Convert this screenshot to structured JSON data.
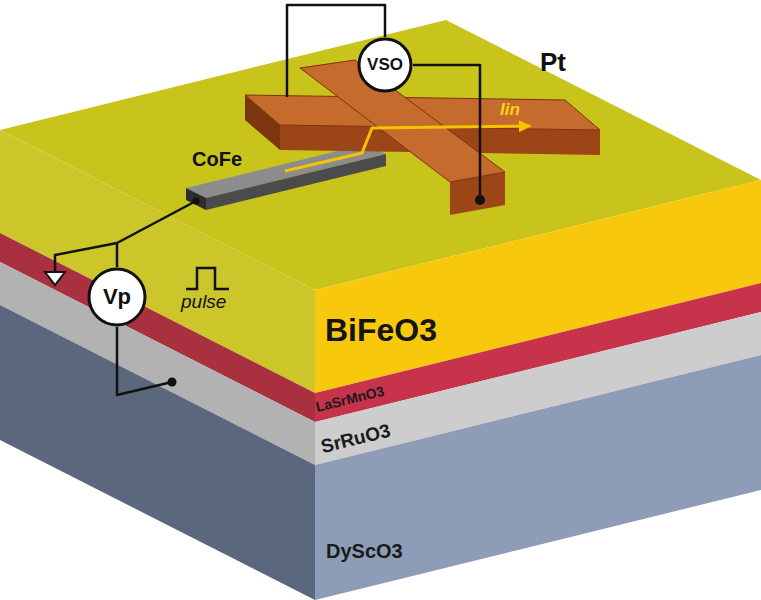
{
  "diagram": {
    "nodes": [
      {
        "text": [
          "BiFeO3"
        ]
      },
      {
        "text": [
          "LaSrMnO3"
        ]
      },
      {
        "text": [
          "SrRuO3"
        ]
      },
      {
        "text": [
          "DyScO3"
        ]
      },
      {
        "text": [
          "CoFe"
        ]
      },
      {
        "text": [
          "Pt"
        ]
      },
      {
        "text": [
          "VSO"
        ]
      },
      {
        "text": [
          "Vp"
        ]
      }
    ],
    "edges": [
      {
        "from": 4,
        "to": 5,
        "arrow": "to",
        "label": "Iin"
      },
      {
        "from": 6,
        "to": 5,
        "arrow": "none"
      },
      {
        "from": 6,
        "to": 5,
        "arrow": "none"
      },
      {
        "from": 7,
        "to": 4,
        "arrow": "none"
      },
      {
        "from": 7,
        "to": 2,
        "arrow": "none"
      }
    ],
    "labels": [
      "pulse"
    ]
  }
}
